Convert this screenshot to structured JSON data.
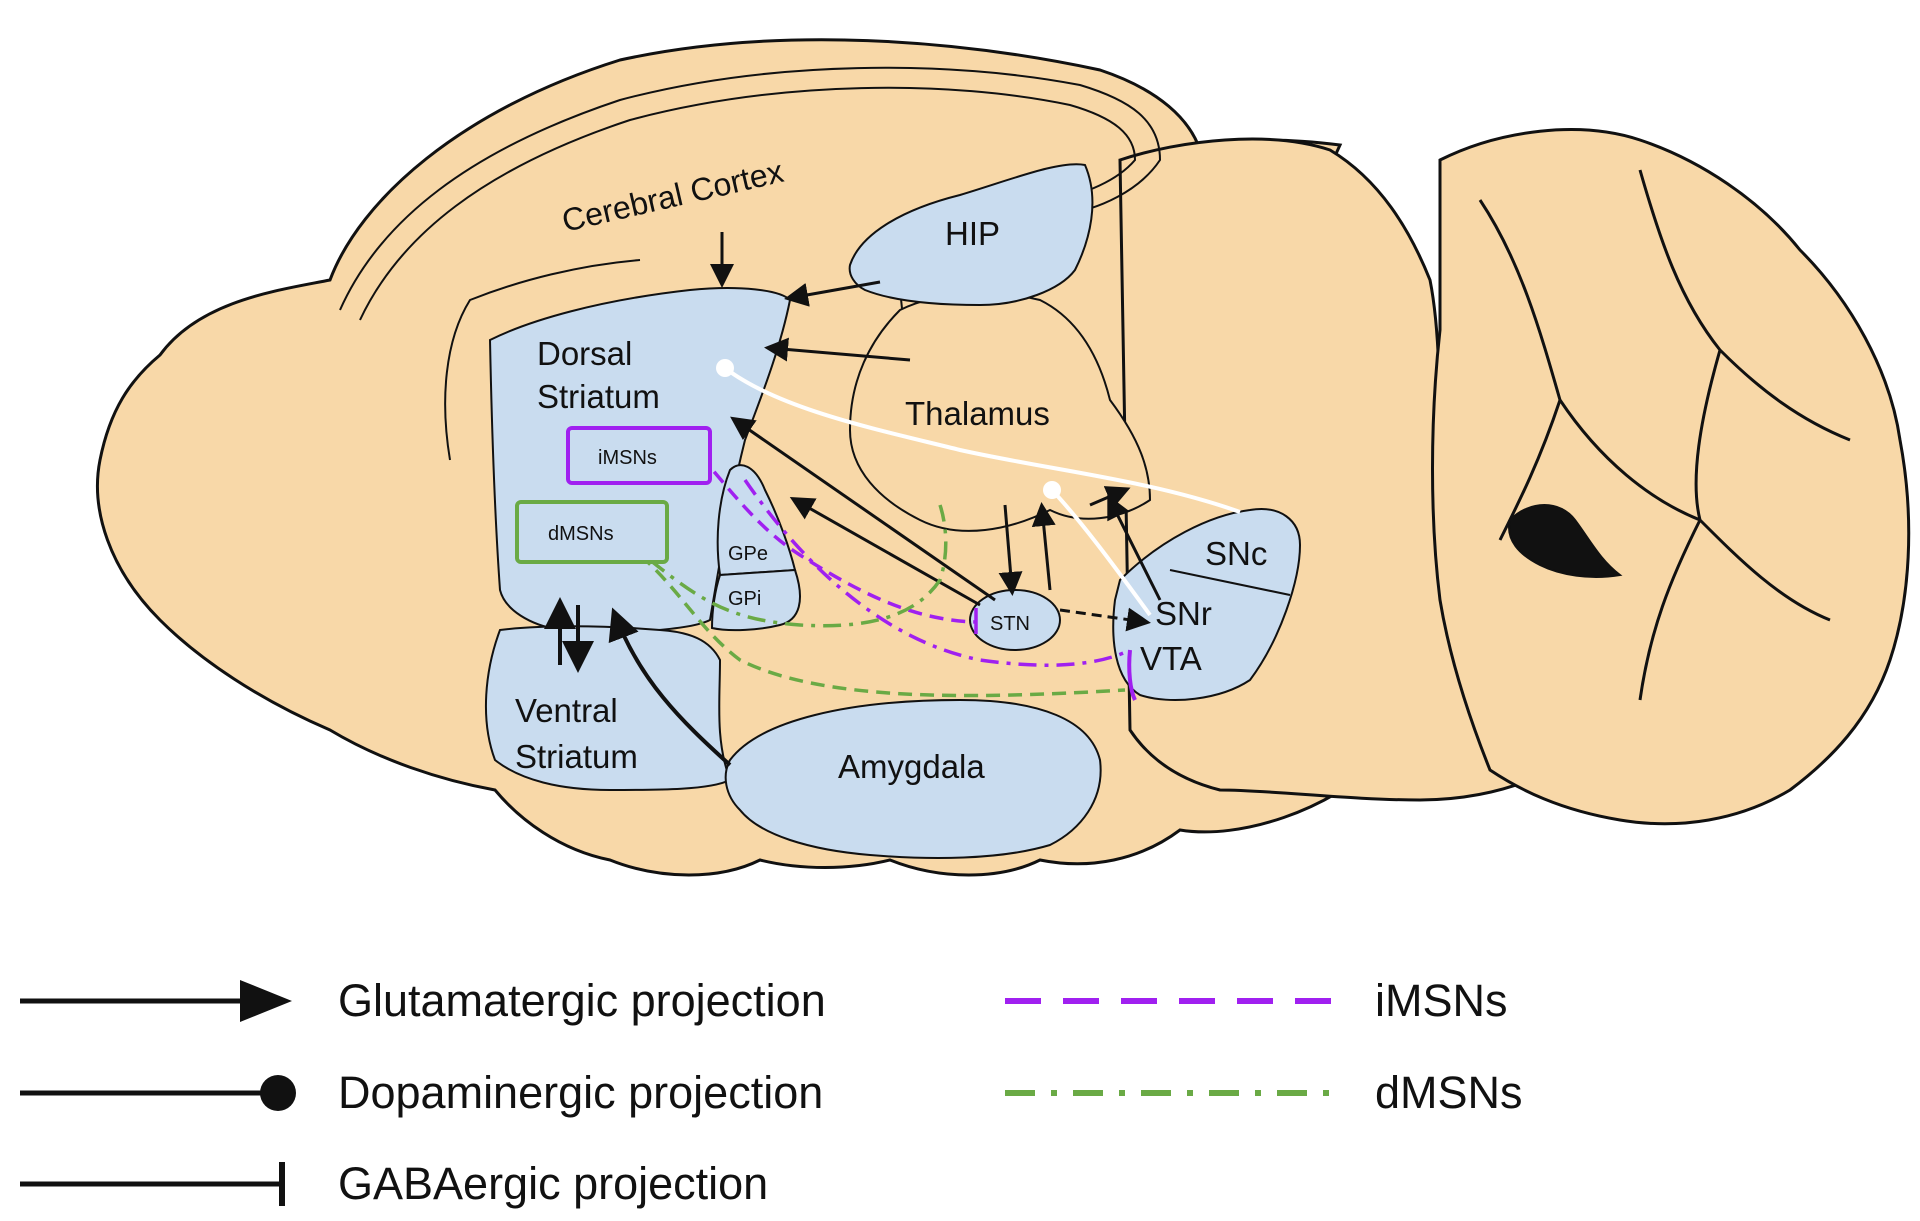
{
  "colors": {
    "brain": "#f8d8a8",
    "region": "#c9dcef",
    "outline": "#111111",
    "imsn": "#a020f0",
    "dmsn": "#6aaa45",
    "dopamine": "#ffffff"
  },
  "regions": {
    "cerebral_cortex": "Cerebral Cortex",
    "hip": "HIP",
    "dorsal_striatum_line1": "Dorsal",
    "dorsal_striatum_line2": "Striatum",
    "thalamus": "Thalamus",
    "imsns_box": "iMSNs",
    "dmsns_box": "dMSNs",
    "gpe": "GPe",
    "gpi": "GPi",
    "stn": "STN",
    "snc": "SNc",
    "snr": "SNr",
    "vta": "VTA",
    "ventral_striatum_line1": "Ventral",
    "ventral_striatum_line2": "Striatum",
    "amygdala": "Amygdala"
  },
  "legend": {
    "glutamatergic": "Glutamatergic projection",
    "dopaminergic": "Dopaminergic projection",
    "gabaergic": "GABAergic projection",
    "imsns": "iMSNs",
    "dmsns": "dMSNs"
  }
}
